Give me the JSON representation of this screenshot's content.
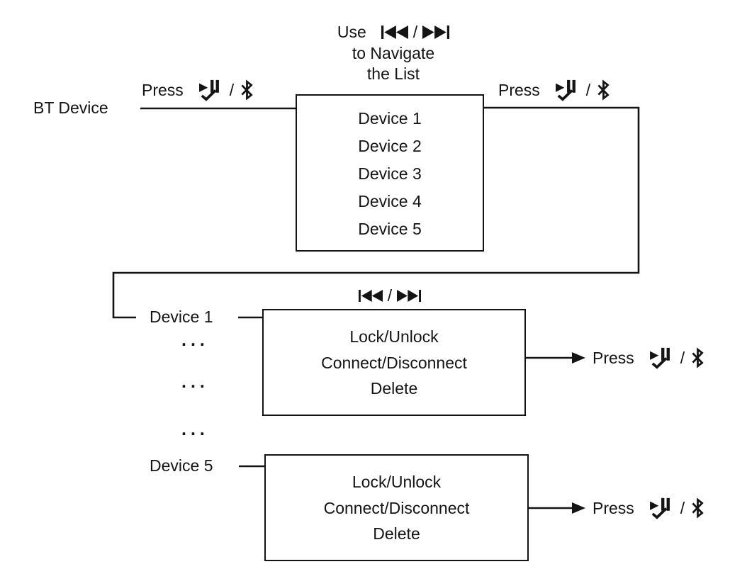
{
  "colors": {
    "ink": "#141414",
    "background": "#ffffff"
  },
  "nav_hint": {
    "word_use": "Use",
    "separator": "/",
    "line2": "to Navigate",
    "line3": "the List"
  },
  "labels": {
    "bt_device": "BT Device",
    "device1": "Device 1",
    "device5": "Device 5",
    "ellipsis": "...",
    "press": "Press",
    "separator": "/"
  },
  "device_list_box": {
    "items": [
      "Device 1",
      "Device 2",
      "Device 3",
      "Device 4",
      "Device 5"
    ]
  },
  "list_nav": {
    "separator": "/"
  },
  "menu_box": {
    "items": [
      "Lock/Unlock",
      "Connect/Disconnect",
      "Delete"
    ]
  },
  "icons": {
    "skip_back": "skip-back-icon",
    "skip_forward": "skip-forward-icon",
    "play_pause_confirm": "play-pause-confirm-icon",
    "bluetooth": "bluetooth-icon"
  }
}
